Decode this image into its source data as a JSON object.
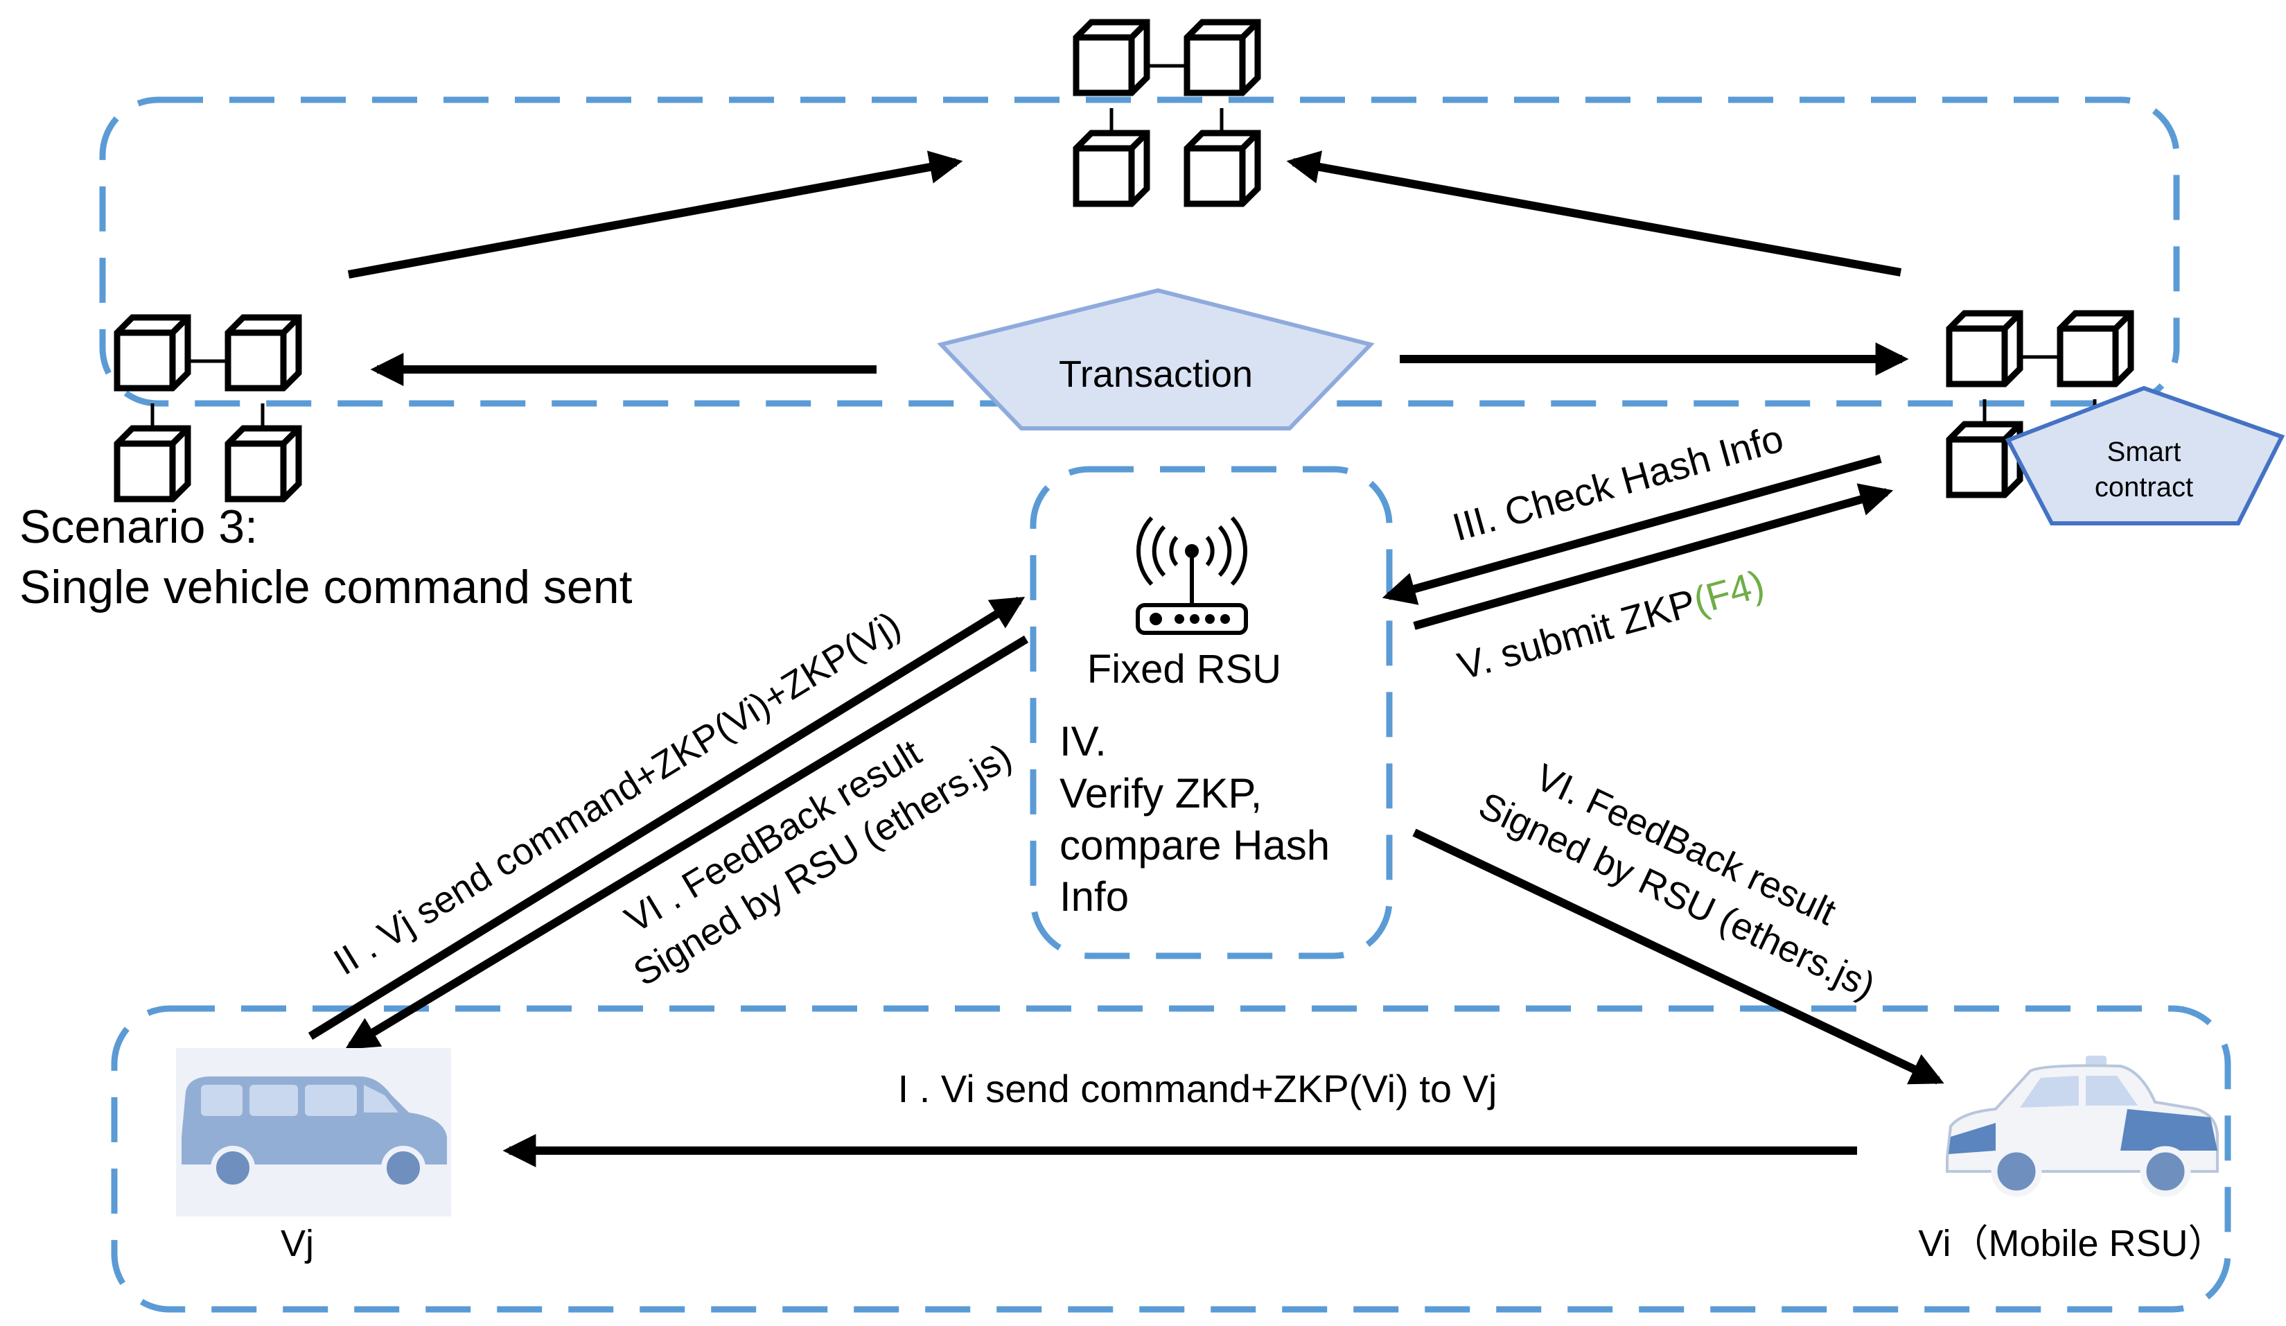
{
  "title": {
    "line1": "Scenario 3:",
    "line2": "Single vehicle command sent"
  },
  "transaction_label": "Transaction",
  "smart_contract": {
    "line1": "Smart",
    "line2": "contract"
  },
  "fixed_rsu": {
    "label": "Fixed RSU",
    "step_lines": [
      "IV.",
      "Verify ZKP,",
      "compare Hash",
      "Info"
    ]
  },
  "steps": {
    "i": "I . Vi send command+ZKP(Vi) to Vj",
    "ii": "II . Vj send command+ZKP(Vi)+ZKP(Vj)",
    "iii": "III. Check Hash Info",
    "v_prefix": "V. submit ZKP",
    "v_suffix": "(F4)",
    "vi_left_line1": "VI . FeedBack result",
    "vi_left_line2": "Signed by RSU (ethers.js)",
    "vi_right_line1": "VI. FeedBack result",
    "vi_right_line2": "Signed by RSU (ethers.js)"
  },
  "vehicles": {
    "vj": "Vj",
    "vi": "Vi（Mobile RSU）"
  },
  "colors": {
    "dash": "#5b9bd5",
    "pentagon_fill": "#d9e2f3",
    "transaction_stroke": "#8faadc",
    "smart_contract_stroke": "#4472c4",
    "highlight_green": "#70ad47",
    "arrow": "#000000"
  },
  "icons": [
    "blockchain-icon",
    "antenna-router-icon",
    "van-icon",
    "police-car-icon"
  ]
}
